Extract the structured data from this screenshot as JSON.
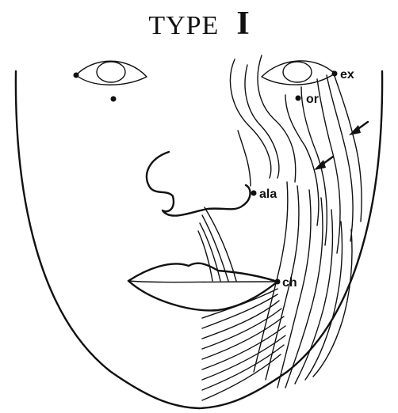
{
  "title": {
    "word": "TYPE",
    "numeral": "I"
  },
  "landmarks": {
    "ex": "ex",
    "or": "or",
    "ala": "ala",
    "ch": "ch"
  }
}
